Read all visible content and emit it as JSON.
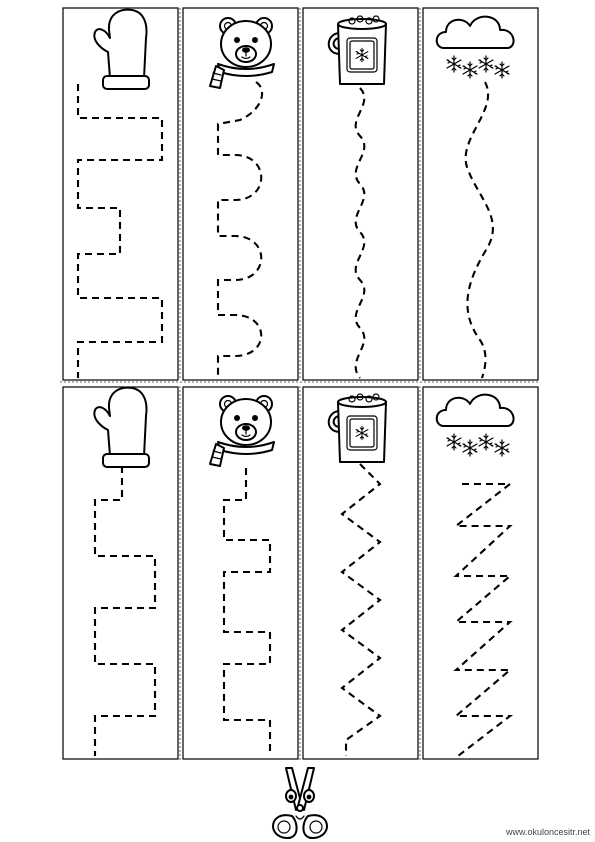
{
  "page": {
    "title": "",
    "watermark": "www.okuloncesitr.net"
  },
  "cards": [
    {
      "row": 1,
      "col": 1,
      "picture": "mitten-icon",
      "path": "square-steps"
    },
    {
      "row": 1,
      "col": 2,
      "picture": "polar-bear-icon",
      "path": "arches"
    },
    {
      "row": 1,
      "col": 3,
      "picture": "hot-cocoa-mug-icon",
      "path": "tight-wave"
    },
    {
      "row": 1,
      "col": 4,
      "picture": "snow-cloud-icon",
      "path": "gentle-wave"
    },
    {
      "row": 2,
      "col": 1,
      "picture": "mitten-icon",
      "path": "wide-steps"
    },
    {
      "row": 2,
      "col": 2,
      "picture": "polar-bear-icon",
      "path": "stairs"
    },
    {
      "row": 2,
      "col": 3,
      "picture": "hot-cocoa-mug-icon",
      "path": "zigzag"
    },
    {
      "row": 2,
      "col": 4,
      "picture": "snow-cloud-icon",
      "path": "z-zigzag"
    }
  ],
  "footer": {
    "picture": "scissors-icon"
  }
}
